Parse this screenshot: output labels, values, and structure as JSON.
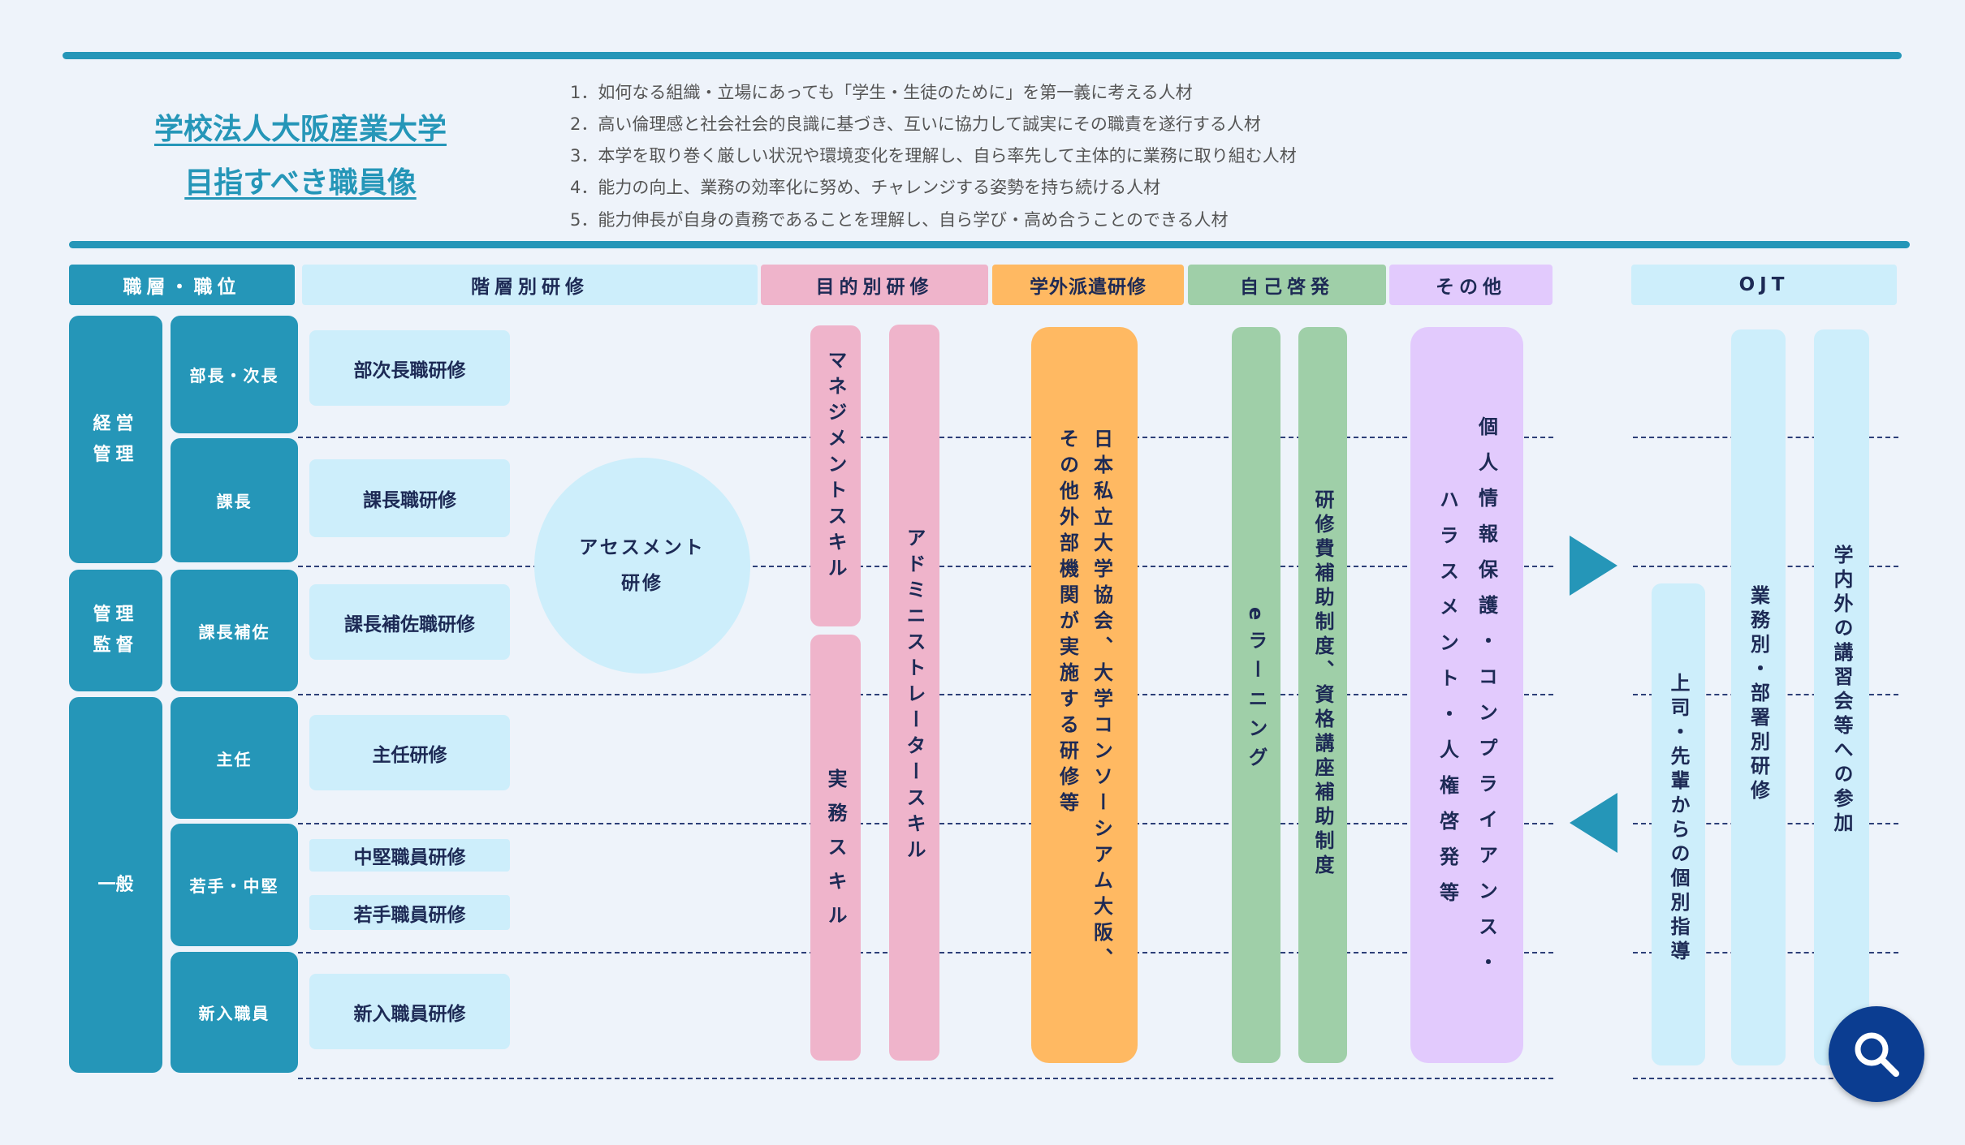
{
  "title": {
    "line1": "学校法人大阪産業大学",
    "line2": "目指すべき職員像"
  },
  "goals": [
    "1．如何なる組織・立場にあっても「学生・生徒のために」を第一義に考える人材",
    "2．高い倫理感と社会社会的良識に基づき、互いに協力して誠実にその職責を遂行する人材",
    "3．本学を取り巻く厳しい状況や環境変化を理解し、自ら率先して主体的に業務に取り組む人材",
    "4．能力の向上、業務の効率化に努め、チャレンジする姿勢を持ち続ける人材",
    "5．能力伸長が自身の責務であることを理解し、自ら学び・高め合うことのできる人材"
  ],
  "headers": {
    "rank": "職層・職位",
    "tier": "階層別研修",
    "purpose": "目的別研修",
    "external": "学外派遣研修",
    "self": "自己啓発",
    "other": "その他",
    "ojt": "OJT"
  },
  "groups": [
    "経営\n管理",
    "管理\n監督",
    "一般"
  ],
  "positions": [
    "部長・次長",
    "課長",
    "課長補佐",
    "主任",
    "若手・中堅",
    "新入職員"
  ],
  "trainings": [
    "部次長職研修",
    "課長職研修",
    "課長補佐職研修",
    "主任研修",
    "中堅職員研修",
    "若手職員研修",
    "新入職員研修"
  ],
  "assessment": {
    "line1": "アセスメント",
    "line2": "研修"
  },
  "purpose": {
    "management": "マネジメントスキル",
    "practical": "実務スキル",
    "admin": "アドミニストレータースキル"
  },
  "external": [
    "日本私立大学協会、大学コンソーシアム大阪、",
    "その他外部機関が実施する研修等"
  ],
  "self": {
    "elearning": "eラーニング",
    "subsidy": "研修費補助制度、資格講座補助制度"
  },
  "other": [
    "個人情報保護・コンプライアンス・",
    "ハラスメント・人権啓発等"
  ],
  "ojt": {
    "individual": "上司・先輩からの個別指導",
    "department": "業務別・部署別研修",
    "seminar": "学内外の講習会等への参加"
  },
  "colors": {
    "teal": "#2596b8",
    "light": "#cdeefb",
    "pink": "#efb4cb",
    "orange": "#ffb962",
    "green": "#9fcfa8",
    "purple": "#e2cafd",
    "search": "#0b3d91"
  }
}
